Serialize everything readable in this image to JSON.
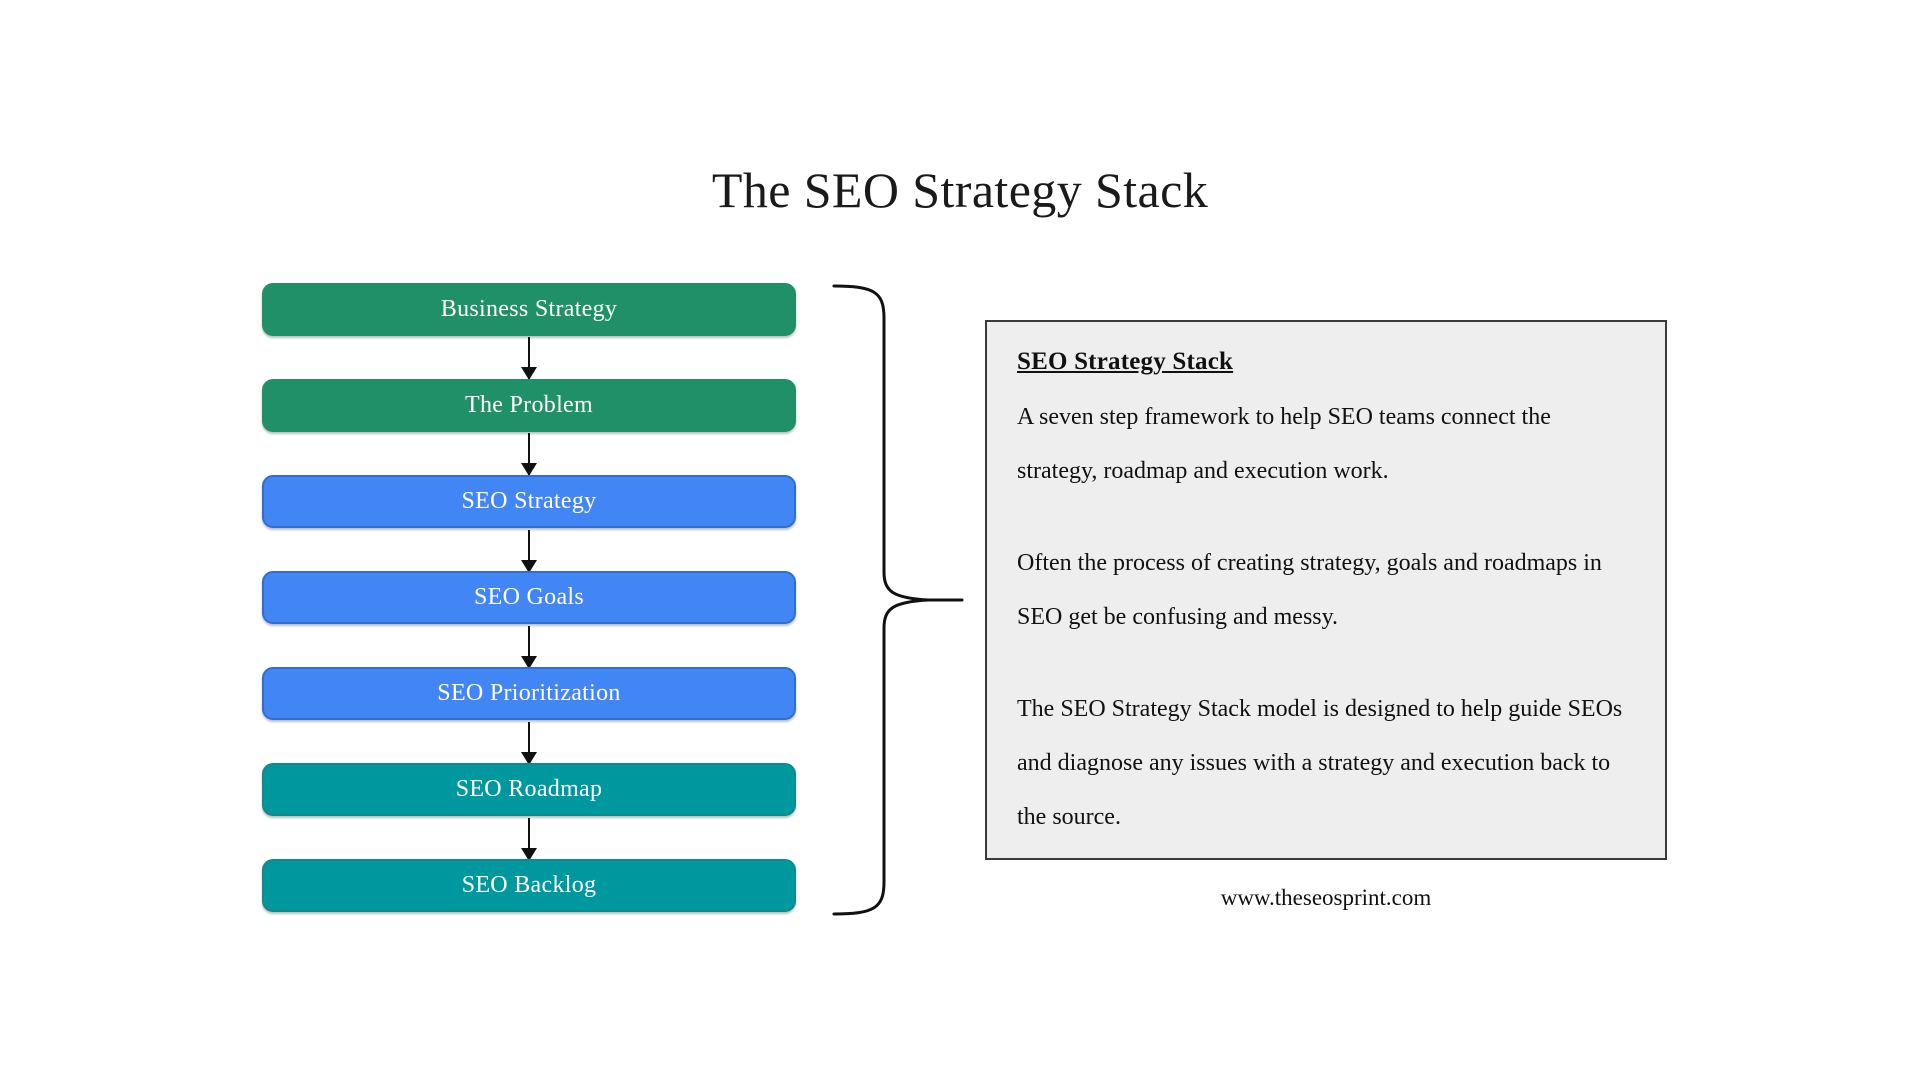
{
  "page": {
    "title": "The SEO Strategy Stack",
    "background_color": "#ffffff"
  },
  "flow": {
    "nodes": [
      {
        "label": "Business Strategy",
        "group": "business",
        "color": "#1f9068"
      },
      {
        "label": "The Problem",
        "group": "business",
        "color": "#1f9068"
      },
      {
        "label": "SEO Strategy",
        "group": "strategy",
        "color": "#4285f4"
      },
      {
        "label": "SEO Goals",
        "group": "strategy",
        "color": "#4285f4"
      },
      {
        "label": "SEO Prioritization",
        "group": "strategy",
        "color": "#4285f4"
      },
      {
        "label": "SEO Roadmap",
        "group": "execution",
        "color": "#00989f"
      },
      {
        "label": "SEO Backlog",
        "group": "execution",
        "color": "#00989f"
      }
    ],
    "connector": "downward-arrow",
    "group_colors": {
      "business": "#1f9068",
      "strategy": "#4285f4",
      "execution": "#00989f"
    }
  },
  "brace": {
    "shape": "curly-brace-right",
    "color": "#111111"
  },
  "panel": {
    "heading": "SEO Strategy Stack",
    "background_color": "#eeeeee",
    "border_color": "#3a3a3a",
    "paragraphs": [
      "A seven step framework to help SEO teams connect the strategy, roadmap and execution work.",
      "Often the process of creating strategy, goals and roadmaps in SEO get be confusing and messy.",
      "The SEO Strategy Stack model is designed to help guide SEOs and diagnose any issues with a strategy and execution back to the source."
    ]
  },
  "footer": {
    "url": "www.theseosprint.com"
  }
}
